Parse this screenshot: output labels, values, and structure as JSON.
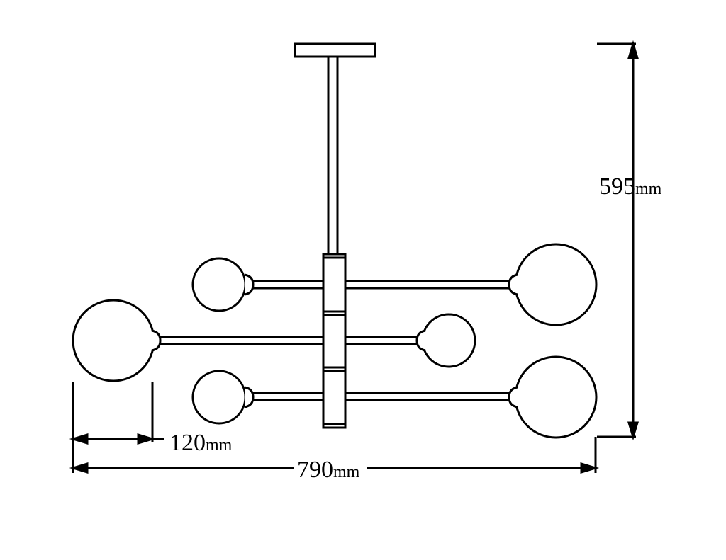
{
  "drawing": {
    "subject": "chandelier",
    "globes_count": 6
  },
  "dimensions": {
    "height": {
      "value": "595",
      "unit": "mm"
    },
    "globe_diameter": {
      "value": "120",
      "unit": "mm"
    },
    "width": {
      "value": "790",
      "unit": "mm"
    }
  },
  "colors": {
    "line": "#000000",
    "background": "#ffffff"
  }
}
